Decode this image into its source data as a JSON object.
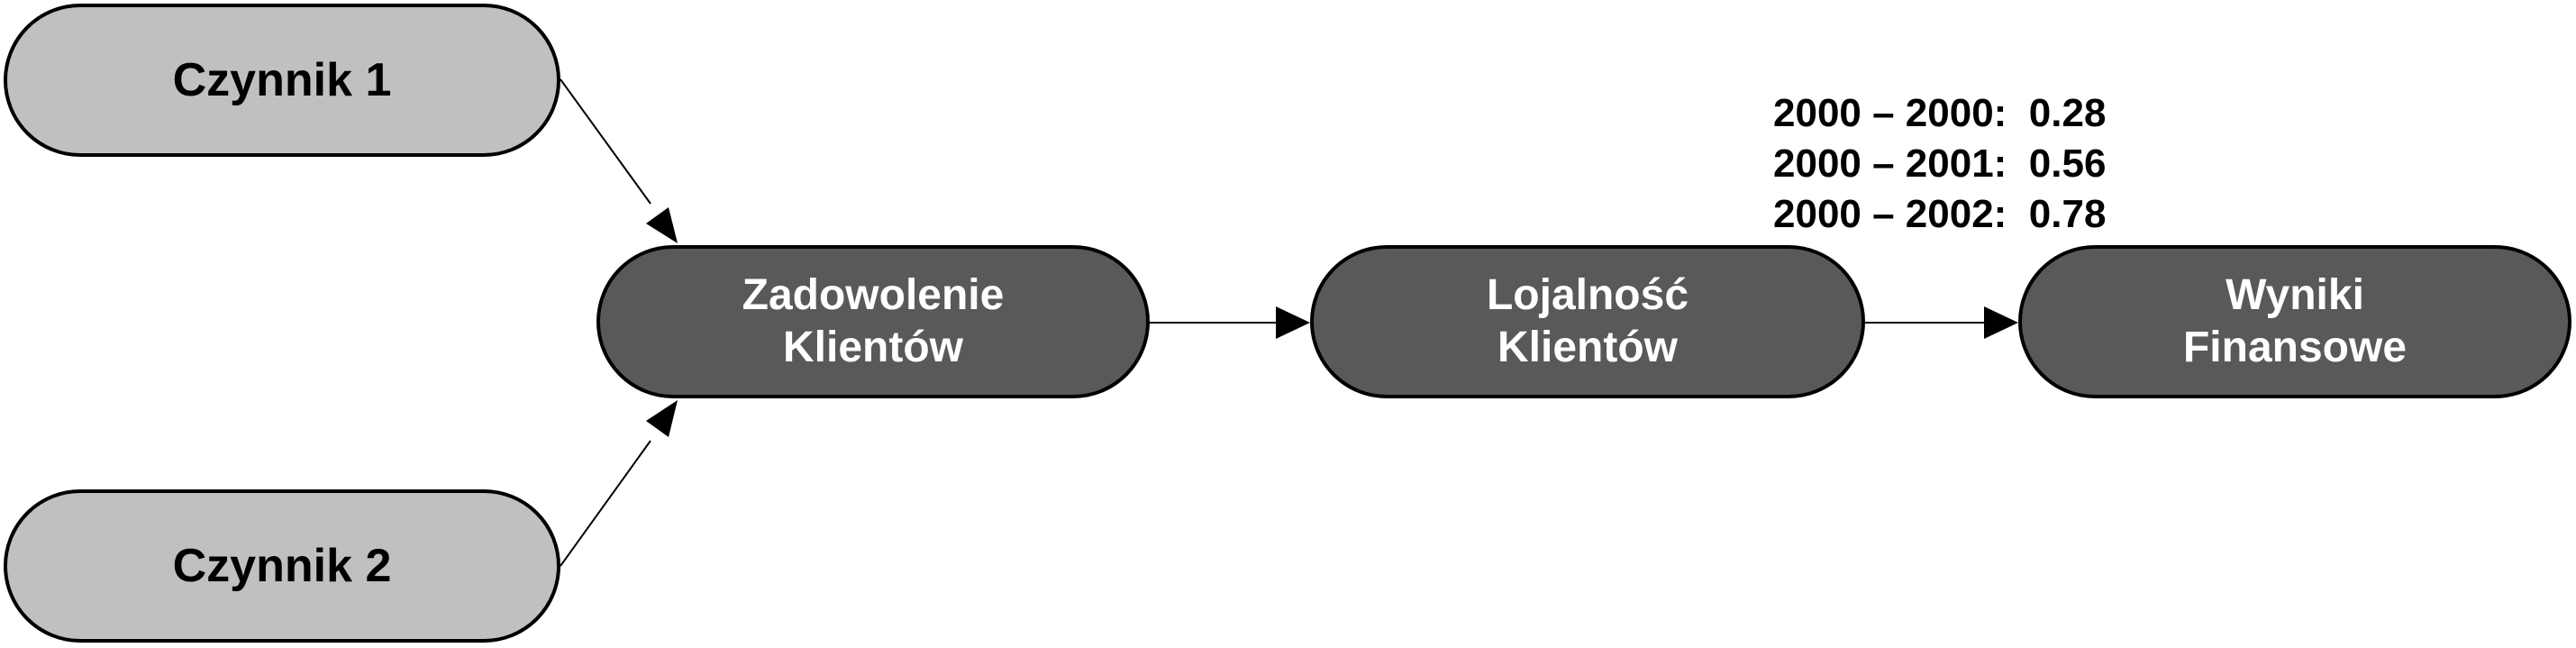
{
  "diagram": {
    "nodes": {
      "factor1": {
        "label": "Czynnik 1"
      },
      "factor2": {
        "label": "Czynnik 2"
      },
      "satisfaction": {
        "line1": "Zadowolenie",
        "line2": "Klientów"
      },
      "loyalty": {
        "line1": "Lojalność",
        "line2": "Klientów"
      },
      "financial": {
        "line1": "Wyniki",
        "line2": "Finansowe"
      }
    },
    "edges": [
      {
        "from": "factor1",
        "to": "satisfaction"
      },
      {
        "from": "factor2",
        "to": "satisfaction"
      },
      {
        "from": "satisfaction",
        "to": "loyalty"
      },
      {
        "from": "loyalty",
        "to": "financial"
      }
    ],
    "correlations": [
      {
        "period": "2000 – 2000:",
        "value": "0.28"
      },
      {
        "period": "2000 – 2001:",
        "value": "0.56"
      },
      {
        "period": "2000 – 2002:",
        "value": "0.78"
      }
    ],
    "colors": {
      "light_node": "#c0c0c0",
      "dark_node": "#595959",
      "line": "#000000"
    }
  }
}
